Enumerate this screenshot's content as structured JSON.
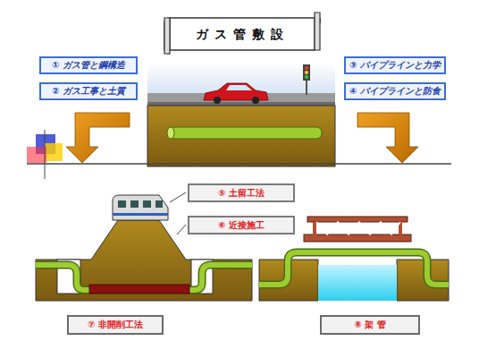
{
  "diagram": {
    "title": "ガス管敷設",
    "nodes": [
      {
        "text": [
          "① ガス管と鋼構造"
        ]
      },
      {
        "text": [
          "② ガス工事と土質"
        ]
      },
      {
        "text": [
          "③ パイプラインと力学"
        ]
      },
      {
        "text": [
          "④ パイプラインと防食"
        ]
      },
      {
        "text": [
          "⑤ 土留工法"
        ]
      },
      {
        "text": [
          "⑥ 近接施工"
        ]
      },
      {
        "text": [
          "⑦ 非開削工法"
        ]
      },
      {
        "text": [
          "⑧ 架 管"
        ]
      }
    ],
    "edges": []
  }
}
